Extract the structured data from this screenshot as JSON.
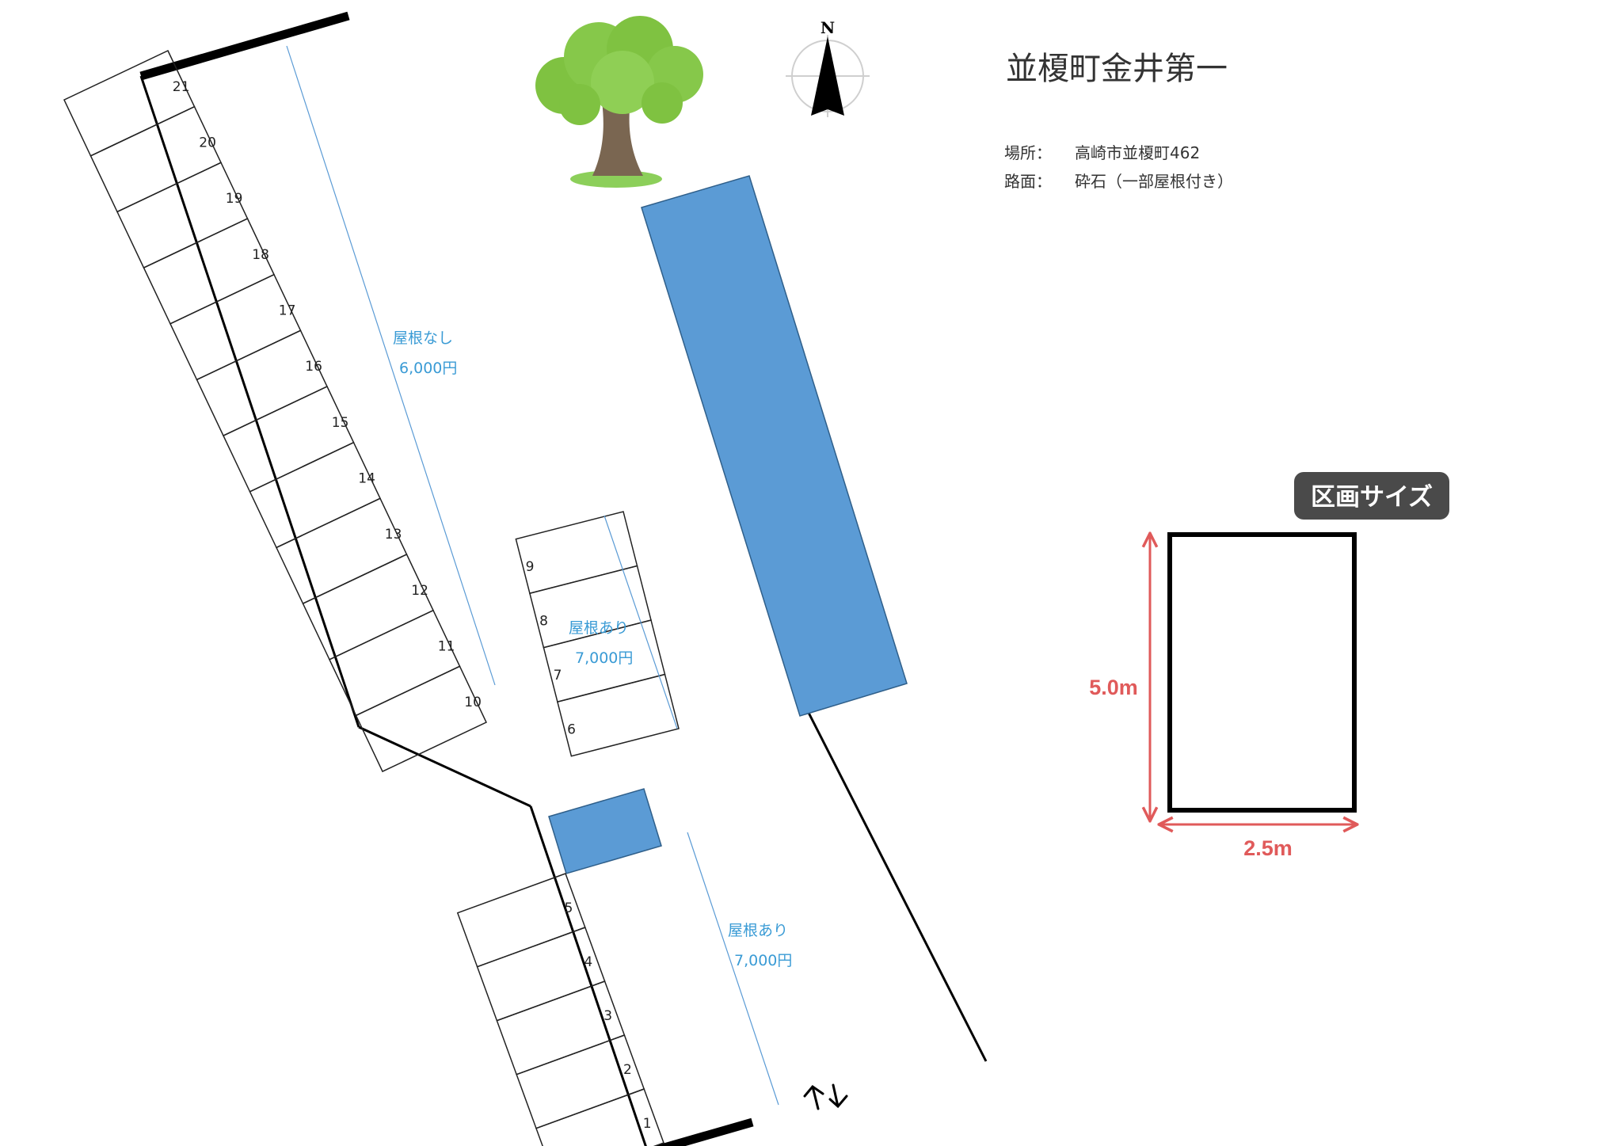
{
  "map": {
    "title": "並榎町金井第一",
    "location_label": "場所：",
    "location_value": "高崎市並榎町462",
    "surface_label": "路面：",
    "surface_value": "砕石（一部屋根付き）",
    "north_label": "N",
    "colors": {
      "roof": "#5b9bd5",
      "price_text": "#3a9bd5",
      "dimension": "#e05a5a",
      "badge": "#4a4a4a"
    },
    "icons": [
      "tree-icon",
      "north-arrow-icon",
      "entrance-arrows-icon"
    ]
  },
  "zones": {
    "west": {
      "roof_label": "屋根なし",
      "price": "6,000円",
      "slots": [
        "21",
        "20",
        "19",
        "18",
        "17",
        "16",
        "15",
        "14",
        "13",
        "12",
        "11",
        "10"
      ]
    },
    "middle": {
      "roof_label": "屋根あり",
      "price": "7,000円",
      "slots": [
        "9",
        "8",
        "7",
        "6"
      ]
    },
    "south": {
      "roof_label": "屋根あり",
      "price": "7,000円",
      "slots": [
        "5",
        "4",
        "3",
        "2",
        "1"
      ]
    }
  },
  "slot_size": {
    "badge_label": "区画サイズ",
    "length_label": "5.0m",
    "width_label": "2.5m"
  }
}
